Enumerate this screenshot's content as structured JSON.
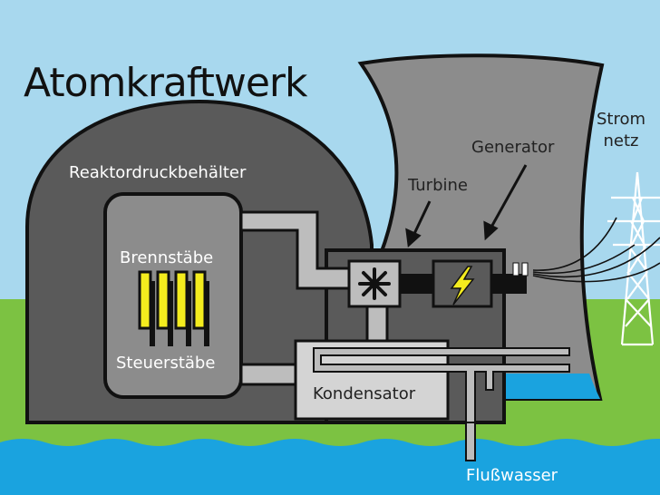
{
  "diagram": {
    "title": "Atomkraftwerk",
    "labels": {
      "reactor_vessel": "Reaktordruckbehälter",
      "fuel_rods": "Brennstäbe",
      "control_rods": "Steuerstäbe",
      "turbine": "Turbine",
      "generator": "Generator",
      "grid_line1": "Strom",
      "grid_line2": "netz",
      "condenser": "Kondensator",
      "river_water": "Flußwasser"
    },
    "colors": {
      "sky": "#a8d8ee",
      "grass": "#7cc242",
      "water": "#1aa3df",
      "dome": "#5a5a5a",
      "tower": "#8c8c8c",
      "fuel_rod": "#f4ec1e",
      "pipe": "#bdbdbd"
    },
    "icons": [
      "turbine-icon",
      "lightning-icon",
      "power-pylon-icon"
    ]
  }
}
